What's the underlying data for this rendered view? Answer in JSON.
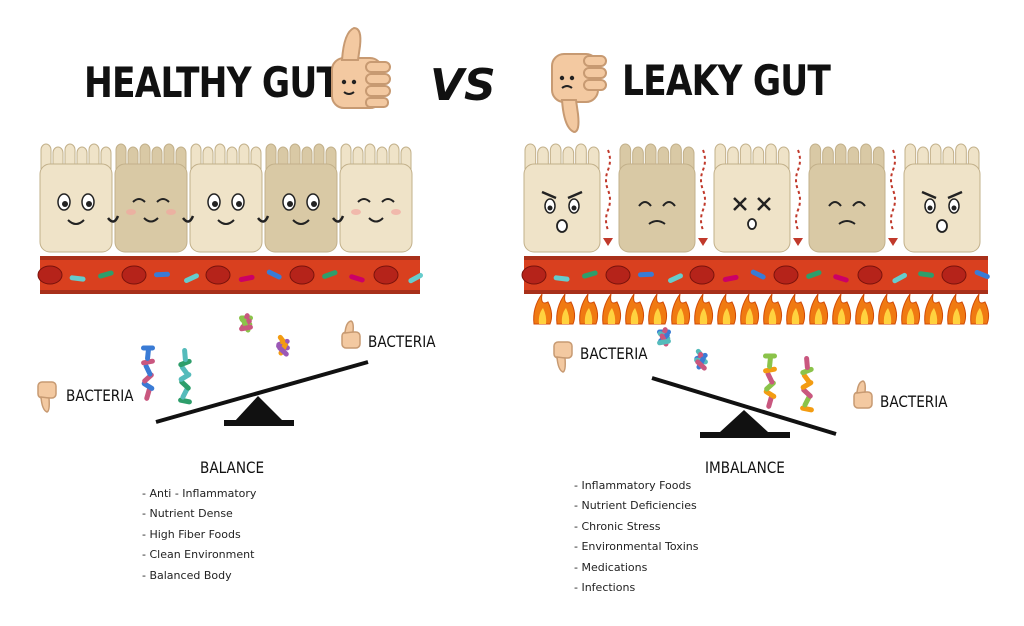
{
  "healthy": {
    "title": "HEALTHY GUT",
    "bacteria_good_label": "BACTERIA",
    "bacteria_bad_label": "BACTERIA",
    "caption": "BALANCE",
    "factors": [
      "Anti - Inflammatory",
      "Nutrient Dense",
      "High Fiber Foods",
      "Clean Environment",
      "Balanced Body"
    ]
  },
  "vs_label": "VS",
  "leaky": {
    "title": "LEAKY GUT",
    "bacteria_bad_label": "BACTERIA",
    "bacteria_good_label": "BACTERIA",
    "caption": "IMBALANCE",
    "factors": [
      "Inflammatory Foods",
      "Nutrient Deficiencies",
      "Chronic Stress",
      "Environmental Toxins",
      "Medications",
      "Infections"
    ]
  },
  "colors": {
    "cell_light": "#efe3c8",
    "cell_dark": "#d9c9a5",
    "blood_vessel": "#d9401f",
    "blood_cell": "#b5231a",
    "fire": "#f07a12",
    "fulcrum": "#111111",
    "thumb": "#f3c9a1"
  },
  "icons": [
    "thumbs-up-icon",
    "thumbs-down-icon",
    "flame-icon",
    "bacteria-icon",
    "seesaw-icon",
    "gut-cell-icon"
  ]
}
